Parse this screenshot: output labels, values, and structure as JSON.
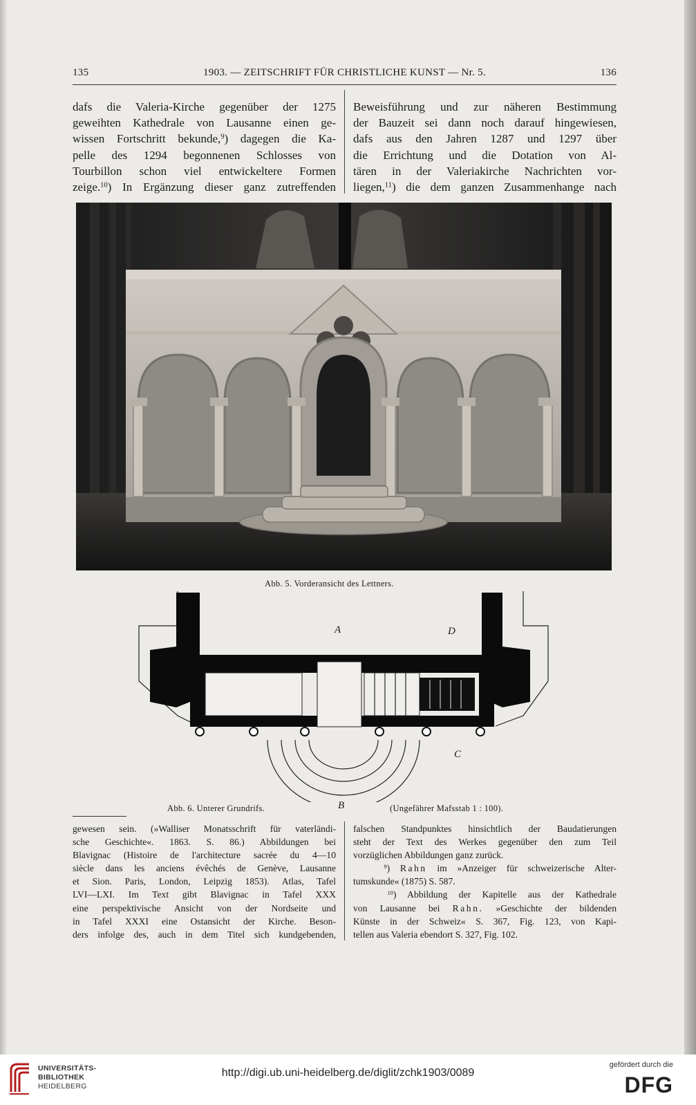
{
  "running_head": {
    "page_left": "135",
    "center": "1903. — ZEITSCHRIFT FÜR CHRISTLICHE KUNST — Nr. 5.",
    "page_right": "136"
  },
  "top_left_column": [
    "dafs die Valeria-Kirche gegenüber der 1275",
    "geweihten Kathedrale von Lausanne einen ge-",
    "wissen Fortschritt bekunde,",
    "pelle des 1294 begonnenen Schlosses von",
    "Tourbillon schon viel entwickeltere Formen",
    "zeige."
  ],
  "top_left_extra": {
    "note9": "9",
    "after9": ") dagegen die Ka-",
    "note10": "10",
    "after10": ") In Ergänzung dieser ganz zutreffenden"
  },
  "top_right_column": [
    "Beweisführung und zur näheren Bestimmung",
    "der Bauzeit sei dann noch darauf hingewiesen,",
    "dafs aus den Jahren 1287 und 1297 über",
    "die Errichtung und die Dotation von Al-",
    "tären in der Valeriakirche Nachrichten vor-",
    "liegen,"
  ],
  "top_right_extra": {
    "note11": "11",
    "after11": ") die dem ganzen Zusammenhange nach"
  },
  "figure5": {
    "caption": "Abb. 5. Vorderansicht des Lettners."
  },
  "figure6": {
    "caption": "Abb. 6. Unterer Grundrifs.",
    "scale_note": "(Ungefährer Mafsstab 1 : 100).",
    "labels": {
      "a": "A",
      "b": "B",
      "c": "C",
      "d": "D"
    }
  },
  "bottom_left_column": [
    "gewesen sein. (»Walliser Monatsschrift für vaterländi-",
    "sche Geschichte«. 1863. S. 86.) Abbildungen bei",
    "Blavignac (Histoire de l'architecture sacrée du 4—10",
    "siècle dans les anciens évêchés de Genève, Lausanne",
    "et Sion. Paris, London, Leipzig 1853). Atlas, Tafel",
    "LVI—LXI. Im Text gibt Blavignac in Tafel XXX",
    "eine perspektivische Ansicht von der Nordseite und",
    "in Tafel XXXI eine Ostansicht der Kirche. Beson-",
    "ders infolge des, auch in dem Titel sich kundgebenden,"
  ],
  "bottom_right_column": {
    "lines_a": [
      "falschen Standpunktes hinsichtlich der Baudatierungen",
      "steht der Text des Werkes gegenüber den zum Teil",
      "vorzüglichen Abbildungen ganz zurück."
    ],
    "fn9_mark": "9",
    "fn9_author": "Rahn",
    "fn9_line1_rest": "im »Anzeiger für schweizerische Alter-",
    "fn9_line2": "tumskunde« (1875) S. 587.",
    "fn10_mark": "10",
    "fn10_line1": ") Abbildung der Kapitelle aus der Kathedrale",
    "fn10_line2_a": "von Lausanne bei",
    "fn10_author": "Rahn.",
    "fn10_line2_b": "»Geschichte der bildenden",
    "fn10_line3": "Künste in der Schweiz« S. 367, Fig. 123, von Kapi-",
    "fn10_line4": "tellen aus Valeria ebendort S. 327, Fig. 102."
  },
  "footer": {
    "library_line1": "UNIVERSITÄTS-",
    "library_line2": "BIBLIOTHEK",
    "library_line3": "HEIDELBERG",
    "url": "http://digi.ub.uni-heidelberg.de/diglit/zchk1903/0089",
    "funding_note": "gefördert durch die",
    "funder": "DFG"
  }
}
